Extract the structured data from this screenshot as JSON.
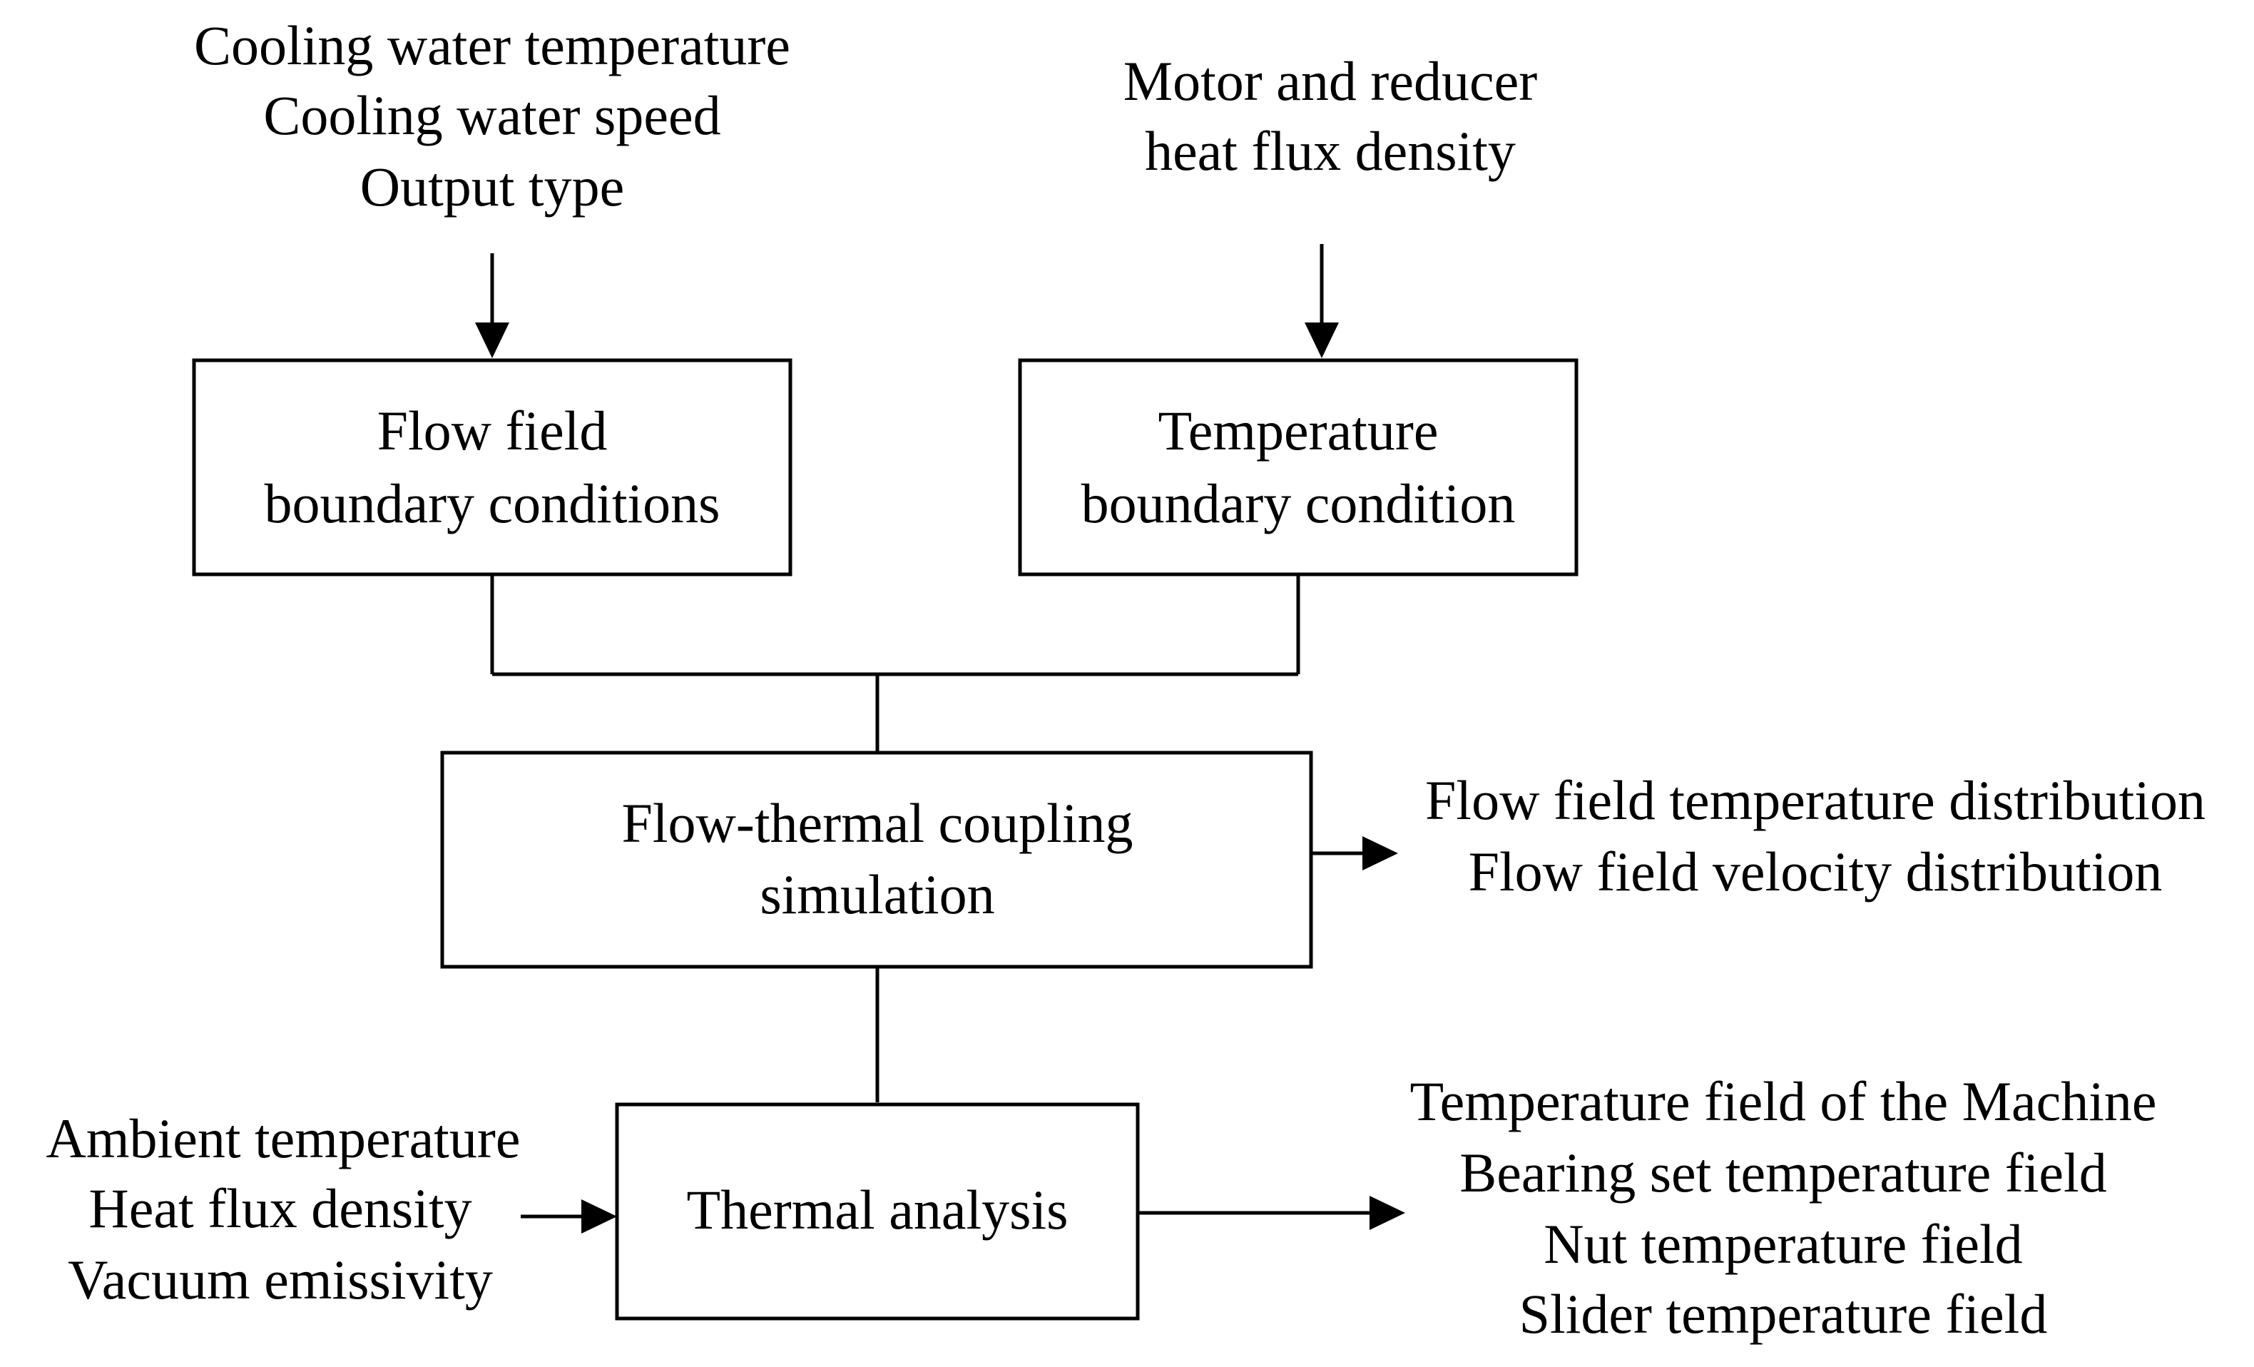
{
  "inputs_top_left": [
    "Cooling water temperature",
    "Cooling water speed",
    "Output type"
  ],
  "inputs_top_right": [
    "Motor and reducer",
    "heat flux density"
  ],
  "box_flow_field": [
    "Flow field",
    "boundary conditions"
  ],
  "box_temperature": [
    "Temperature",
    "boundary condition"
  ],
  "box_coupling": [
    "Flow-thermal coupling",
    "simulation"
  ],
  "outputs_coupling": [
    "Flow field temperature distribution",
    "Flow field velocity distribution"
  ],
  "inputs_thermal": [
    "Ambient temperature",
    "Heat flux density",
    "Vacuum emissivity"
  ],
  "box_thermal": "Thermal analysis",
  "outputs_thermal": [
    "Temperature field of the Machine",
    "Bearing set temperature field",
    "Nut temperature field",
    "Slider temperature field"
  ]
}
